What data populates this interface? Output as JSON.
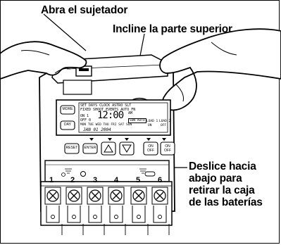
{
  "callouts": {
    "open_clip": "Abra el sujetador",
    "tilt_top": "Incline la parte superior",
    "slide_battery_line1": "Deslice hacia",
    "slide_battery_line2": "abajo para",
    "slide_battery_line3": "retirar la caja",
    "slide_battery_line4": "de las baterías"
  },
  "keypad": {
    "more": "MORE",
    "day": "DAY",
    "reset": "RESET",
    "enter": "ENTER",
    "on_off_1": "ON\nOFF",
    "on_off_2": "ON\nOFF"
  },
  "display": {
    "time": "12:00",
    "time_suffix": "AM",
    "top_row": "SET  DAYS  CLOCK  ASTRO  SLT",
    "second_row": "FIXED  SHOOT  EVENTS  AUTO  FN",
    "on_label": "ON 1",
    "off_label": "OFF 0",
    "days_row": "MON TUE WED THU FRI SAT SUN",
    "sun_auto": "SUN AUTO",
    "load1": "LOAD 1",
    "load2": "LOAD 2",
    "on": "ON",
    "off": "OFF",
    "date": "JAN 01 2004"
  },
  "terminals": [
    "1",
    "2",
    "3",
    "4",
    "5",
    "6"
  ]
}
